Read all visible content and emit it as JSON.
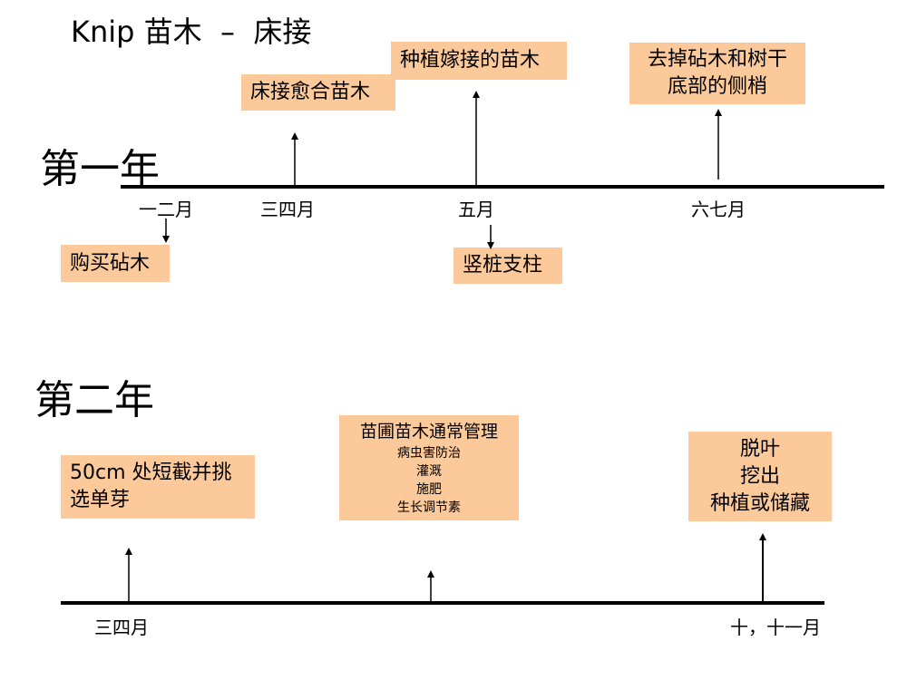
{
  "title": "Knip 苗木  –  床接",
  "year1": {
    "label": "第一年",
    "months": [
      "一二月",
      "三四月",
      "五月",
      "六七月"
    ],
    "boxes": {
      "buy_rootstock": "购买砧木",
      "bench_graft_healed": "床接愈合苗木",
      "plant_grafted": "种植嫁接的苗木",
      "stake": "竖桩支柱",
      "remove_suckers_line1": "去掉砧木和树干",
      "remove_suckers_line2": "底部的侧梢"
    }
  },
  "year2": {
    "label": "第二年",
    "months": [
      "三四月",
      "十，十一月"
    ],
    "boxes": {
      "cut_back_line1": "50cm 处短截并挑",
      "cut_back_line2": "选单芽",
      "nursery_mgmt_title": "苗圃苗木通常管理",
      "nursery_mgmt_items": [
        "病虫害防治",
        "灌溉",
        "施肥",
        "生长调节素"
      ],
      "final_line1": "脱叶",
      "final_line2": "挖出",
      "final_line3": "种植或储藏"
    }
  }
}
